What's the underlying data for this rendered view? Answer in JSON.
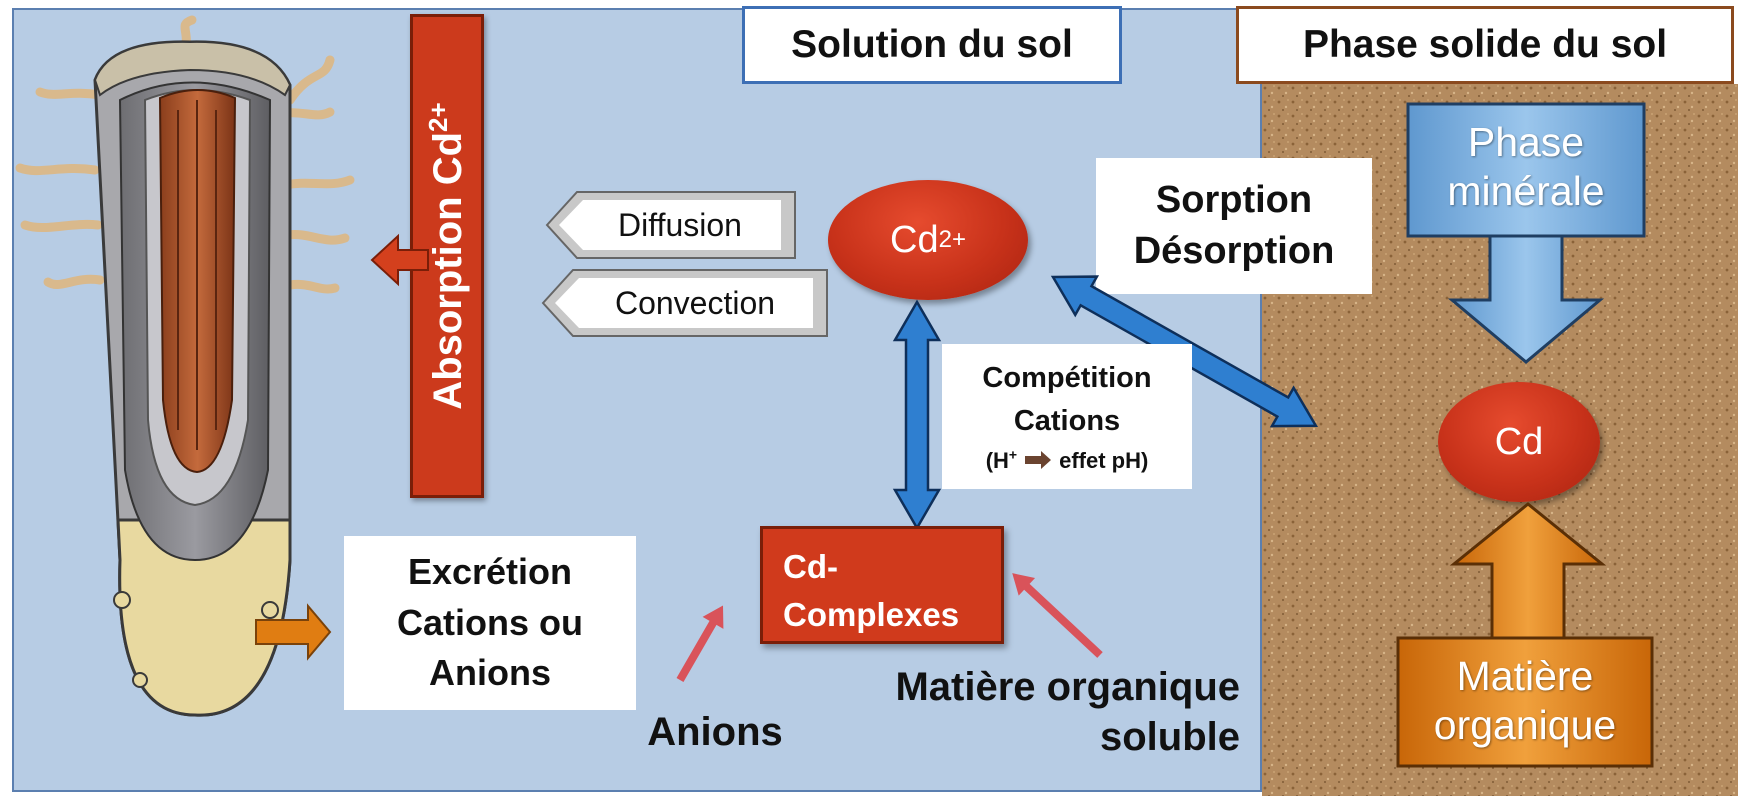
{
  "titles": {
    "solution": "Solution du sol",
    "solid_phase": "Phase solide du sol"
  },
  "absorption": {
    "label": "Absorption Cd",
    "superscript": "2+"
  },
  "transport": {
    "diffusion": "Diffusion",
    "convection": "Convection"
  },
  "cd_ion": {
    "label": "Cd",
    "superscript": "2+"
  },
  "cd_solid": {
    "label": "Cd"
  },
  "sorption": {
    "line1": "Sorption",
    "line2": "Désorption"
  },
  "competition": {
    "line1": "Compétition",
    "line2": "Cations",
    "line3_prefix": "(H",
    "line3_sup": "+",
    "line3_suffix": "effet pH)"
  },
  "complexes": {
    "line1": "Cd-",
    "line2": "Complexes"
  },
  "excretion": {
    "line1": "Excrétion",
    "line2": "Cations ou",
    "line3": "Anions"
  },
  "anions_label": "Anions",
  "organic_soluble": {
    "line1": "Matière organique",
    "line2": "soluble"
  },
  "mineral_phase": {
    "line1": "Phase",
    "line2": "minérale"
  },
  "organic_matter": {
    "line1": "Matière",
    "line2": "organique"
  },
  "colors": {
    "solution_bg": "#b7cce4",
    "soil_bg": "#b48b5f",
    "red": "#cc3a1c",
    "blue_arrow": "#2f7fd0",
    "orange": "#e07d12",
    "mineral_blue": "#7fb3e0"
  }
}
